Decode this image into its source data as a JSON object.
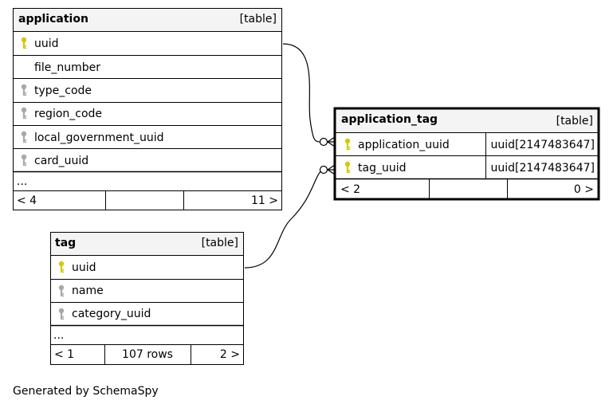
{
  "footer": "Generated by SchemaSpy",
  "tables": {
    "application": {
      "name": "application",
      "tag": "[table]",
      "columns": [
        {
          "name": "uuid",
          "key": "primary"
        },
        {
          "name": "file_number",
          "key": "none"
        },
        {
          "name": "type_code",
          "key": "foreign"
        },
        {
          "name": "region_code",
          "key": "foreign"
        },
        {
          "name": "local_government_uuid",
          "key": "foreign"
        },
        {
          "name": "card_uuid",
          "key": "foreign"
        }
      ],
      "more": "...",
      "stats": {
        "left": "< 4",
        "mid": "",
        "right": "11 >"
      }
    },
    "application_tag": {
      "name": "application_tag",
      "tag": "[table]",
      "columns": [
        {
          "name": "application_uuid",
          "type": "uuid[2147483647]",
          "key": "primary"
        },
        {
          "name": "tag_uuid",
          "type": "uuid[2147483647]",
          "key": "primary"
        }
      ],
      "stats": {
        "left": "< 2",
        "mid": "",
        "right": "0 >"
      }
    },
    "tag": {
      "name": "tag",
      "tag": "[table]",
      "columns": [
        {
          "name": "uuid",
          "key": "primary"
        },
        {
          "name": "name",
          "key": "foreign"
        },
        {
          "name": "category_uuid",
          "key": "foreign"
        }
      ],
      "more": "...",
      "stats": {
        "left": "< 1",
        "mid": "107 rows",
        "right": "2 >"
      }
    }
  },
  "colors": {
    "header_bg": "#f4f4f4",
    "primary_key": "#d6c800",
    "foreign_key": "#a8a8a8"
  }
}
